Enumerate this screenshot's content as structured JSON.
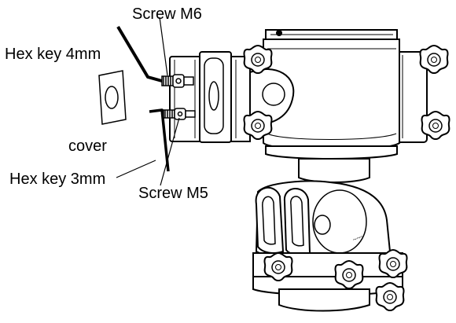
{
  "labels": {
    "screw_m6": "Screw  M6",
    "hex_key_4mm": "Hex key 4mm",
    "cover": "cover",
    "hex_key_3mm": "Hex key 3mm",
    "screw_m5": "Screw  M5"
  }
}
